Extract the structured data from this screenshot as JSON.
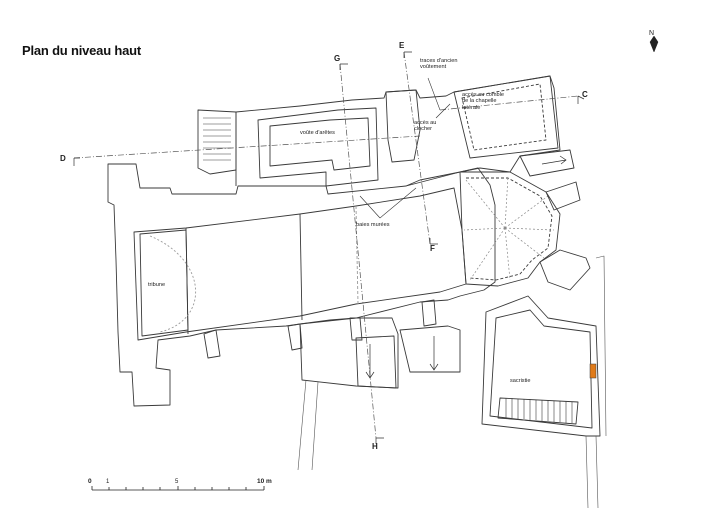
{
  "title": "Plan du niveau haut",
  "north": "N",
  "sections": {
    "c": "C",
    "d": "D",
    "e": "E",
    "f": "F",
    "g": "G",
    "h": "H"
  },
  "labels": {
    "traces": "traces d'ancien\nvoûtement",
    "acces_comble": "accès au comble\nde la chapelle\nlatérale",
    "acces_clocher": "accès au\nclocher",
    "voute": "voûte d'arêtes",
    "baies": "baies murées",
    "tribune": "tribune",
    "sacristie": "sacristie"
  },
  "scale": {
    "t0": "0",
    "t1": "1",
    "t5": "5",
    "t10": "10 m"
  },
  "colors": {
    "line": "#3a3a3a",
    "dash": "#777777",
    "accent": "#e07b1a"
  }
}
